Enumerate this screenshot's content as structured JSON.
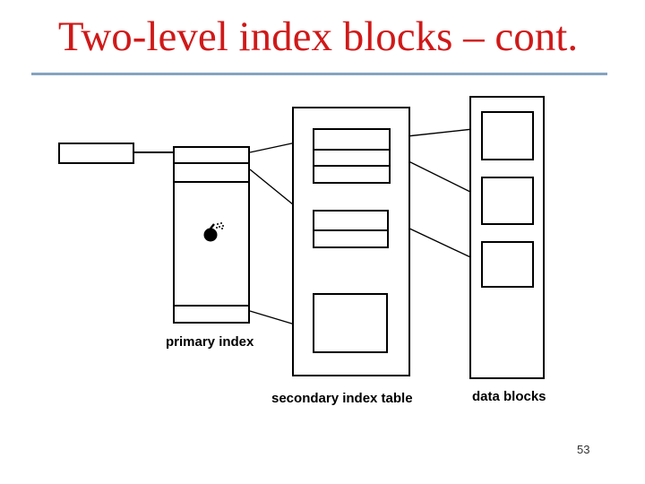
{
  "slide": {
    "title": "Two-level index blocks – cont.",
    "page_number": "53"
  },
  "diagram": {
    "labels": {
      "primary_index": "primary index",
      "secondary_index_table": "secondary index table",
      "data_blocks": "data blocks"
    },
    "icons": {
      "bomb": "bomb-icon"
    }
  },
  "colors": {
    "title_text": "#d01919",
    "title_rule": "#85a3bf",
    "diagram_stroke": "#000000",
    "background": "#ffffff",
    "page_number": "#333333"
  }
}
